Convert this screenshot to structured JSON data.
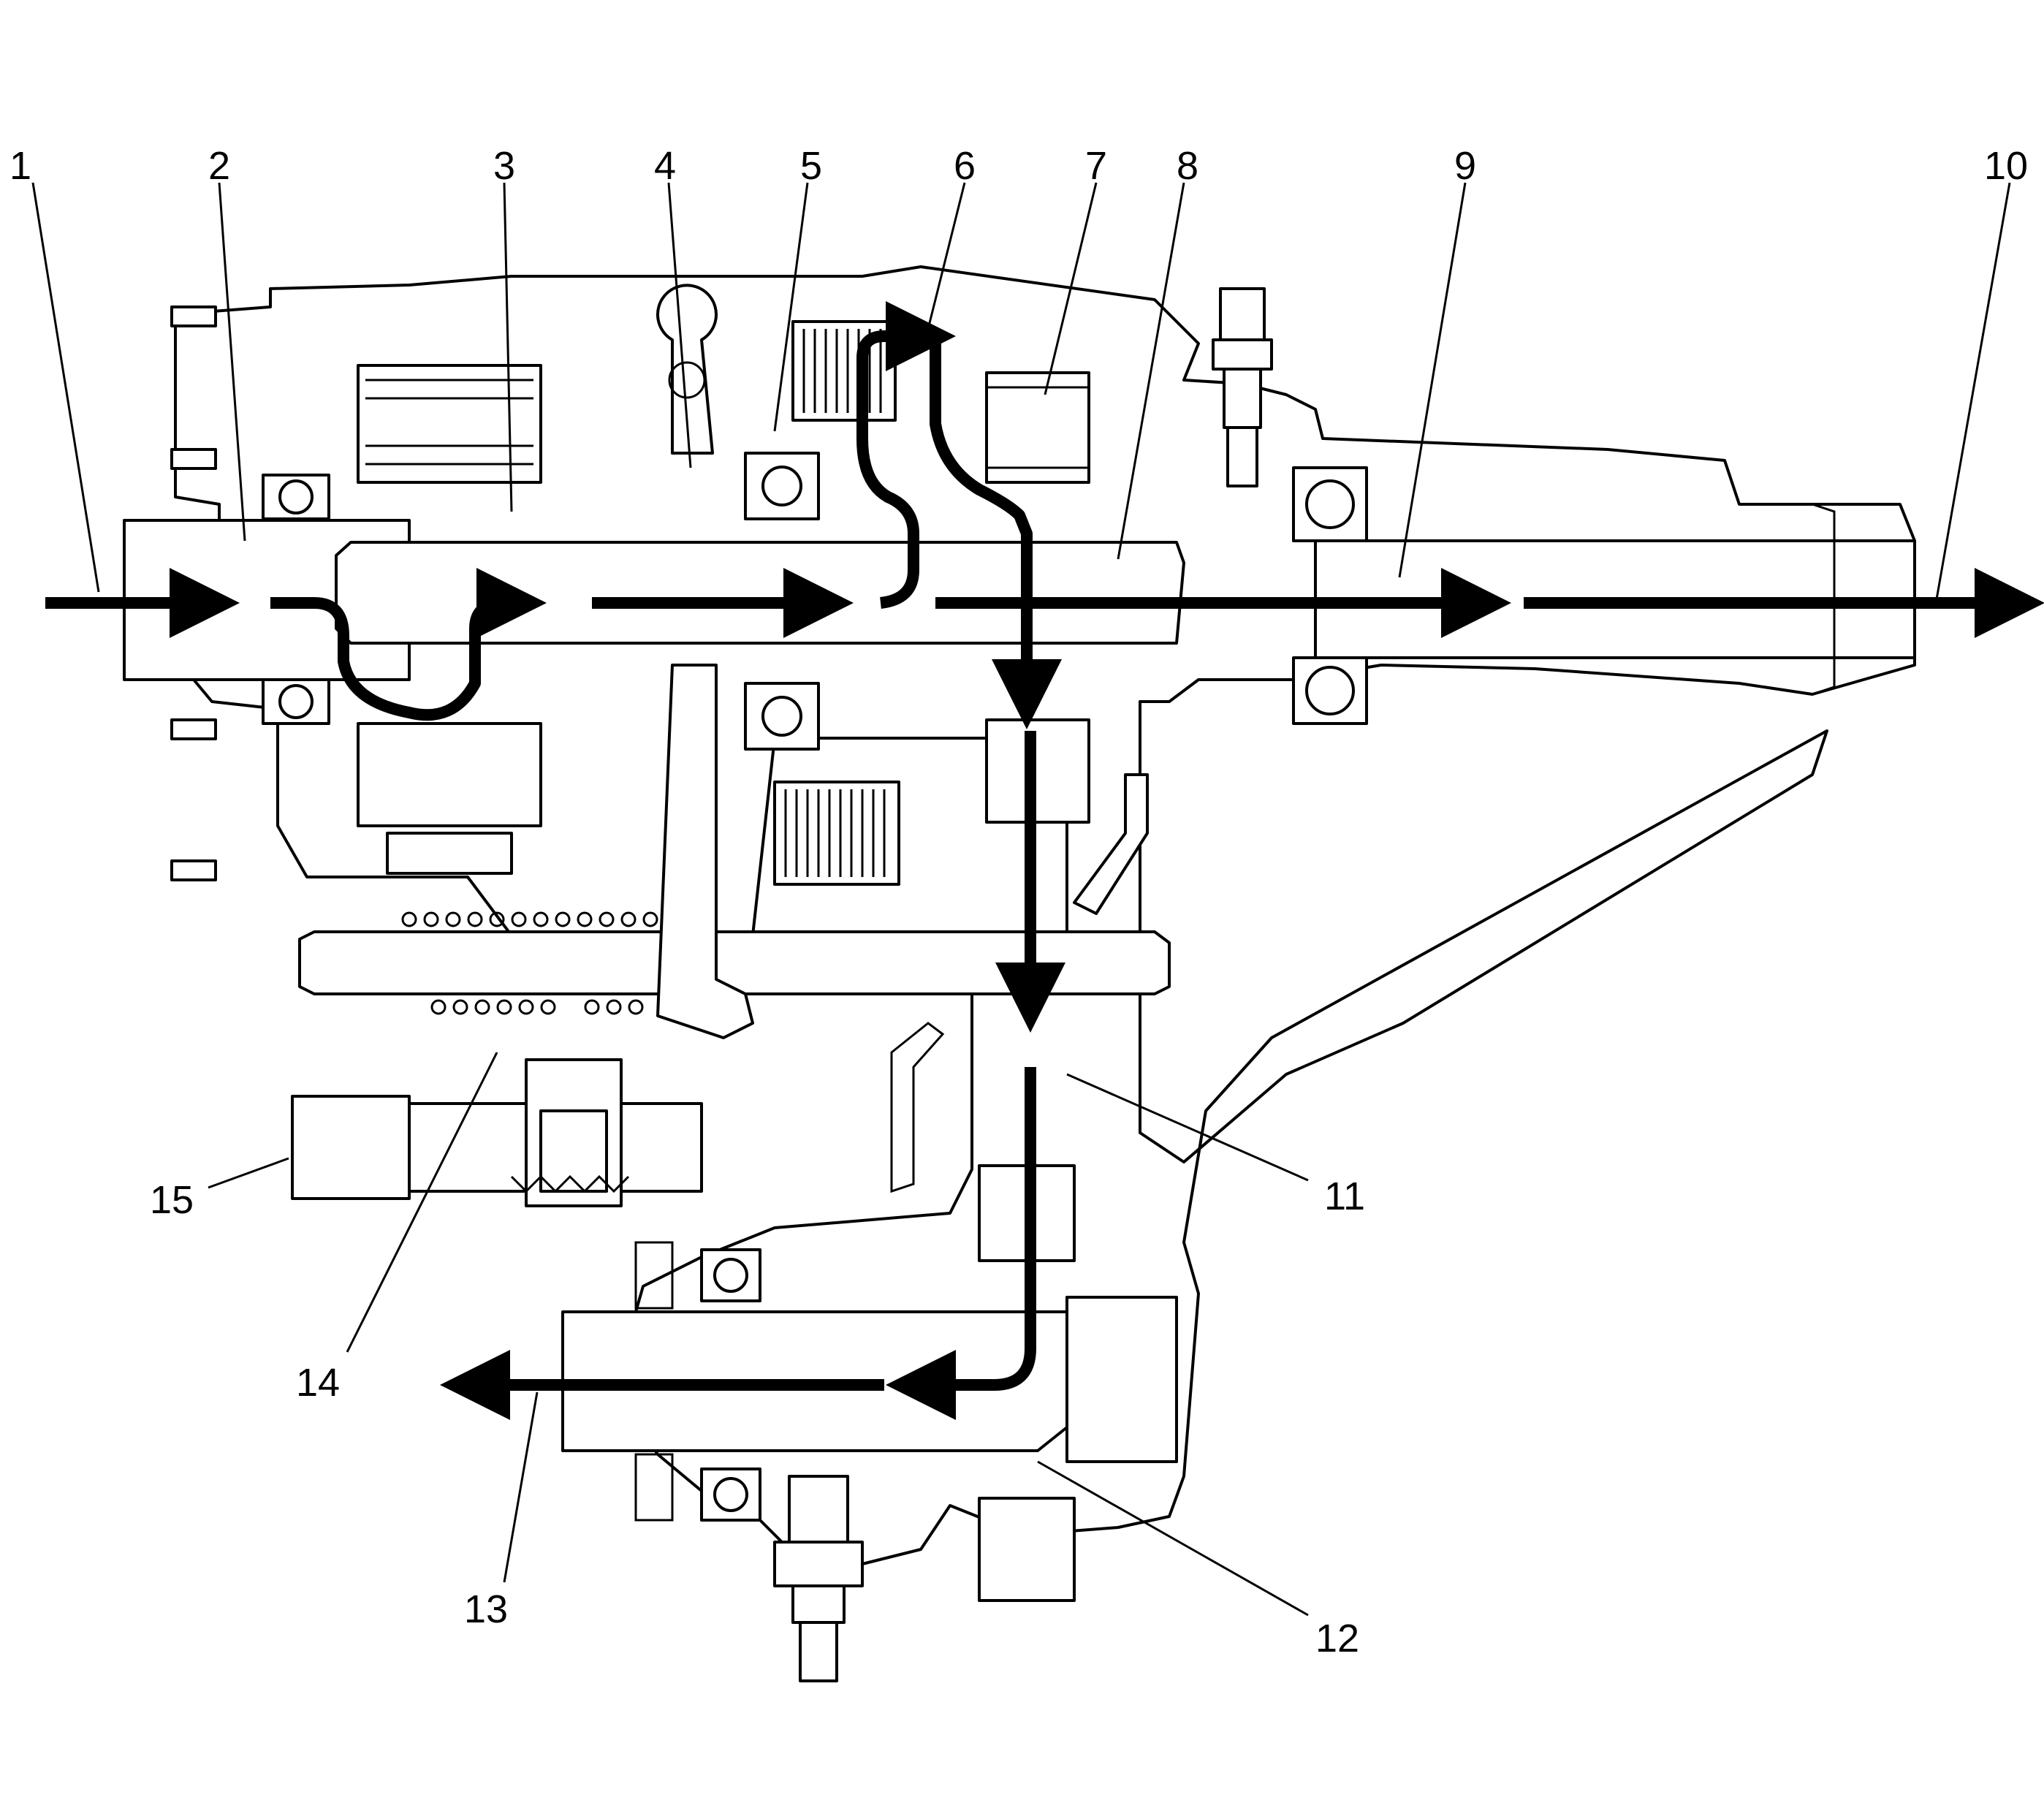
{
  "callouts": [
    {
      "id": "c1",
      "label": "1"
    },
    {
      "id": "c2",
      "label": "2"
    },
    {
      "id": "c3",
      "label": "3"
    },
    {
      "id": "c4",
      "label": "4"
    },
    {
      "id": "c5",
      "label": "5"
    },
    {
      "id": "c6",
      "label": "6"
    },
    {
      "id": "c7",
      "label": "7"
    },
    {
      "id": "c8",
      "label": "8"
    },
    {
      "id": "c9",
      "label": "9"
    },
    {
      "id": "c10",
      "label": "10"
    },
    {
      "id": "c11",
      "label": "11"
    },
    {
      "id": "c12",
      "label": "12"
    },
    {
      "id": "c13",
      "label": "13"
    },
    {
      "id": "c14",
      "label": "14"
    },
    {
      "id": "c15",
      "label": "15"
    }
  ],
  "colors": {
    "ink": "#000000",
    "paper": "#ffffff"
  }
}
